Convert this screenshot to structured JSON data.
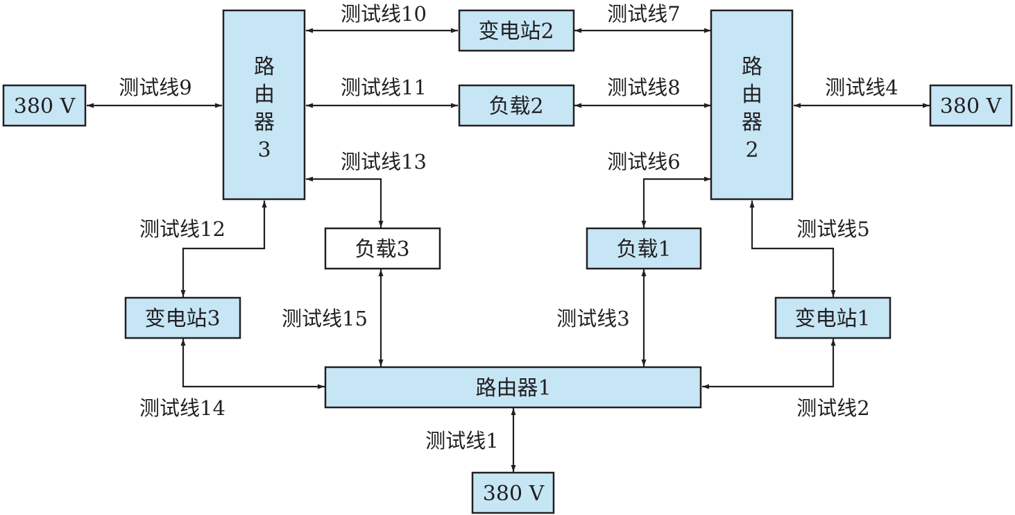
{
  "diagram": {
    "colors": {
      "node_fill": "#c6e6f6",
      "node_fill_plain": "#ffffff",
      "stroke": "#231f20"
    },
    "nodes": {
      "router1": {
        "label": "路由器1"
      },
      "router2": {
        "label_lines": [
          "路",
          "由",
          "器",
          "2"
        ]
      },
      "router3": {
        "label_lines": [
          "路",
          "由",
          "器",
          "3"
        ]
      },
      "substation1": {
        "label": "变电站1"
      },
      "substation2": {
        "label": "变电站2"
      },
      "substation3": {
        "label": "变电站3"
      },
      "load1": {
        "label": "负载1"
      },
      "load2": {
        "label": "负载2"
      },
      "load3": {
        "label": "负载3"
      },
      "supply_left": {
        "label": "380 V"
      },
      "supply_right": {
        "label": "380 V"
      },
      "supply_bottom": {
        "label": "380 V"
      }
    },
    "test_lines": [
      {
        "label": "测试线1",
        "from": "路由器1",
        "to": "380 V"
      },
      {
        "label": "测试线2",
        "from": "路由器1",
        "to": "变电站1"
      },
      {
        "label": "测试线3",
        "from": "路由器1",
        "to": "负载1"
      },
      {
        "label": "测试线4",
        "from": "路由器2",
        "to": "380 V"
      },
      {
        "label": "测试线5",
        "from": "路由器2",
        "to": "变电站1"
      },
      {
        "label": "测试线6",
        "from": "路由器2",
        "to": "负载1"
      },
      {
        "label": "测试线7",
        "from": "路由器2",
        "to": "变电站2"
      },
      {
        "label": "测试线8",
        "from": "路由器2",
        "to": "负载2"
      },
      {
        "label": "测试线9",
        "from": "路由器3",
        "to": "380 V"
      },
      {
        "label": "测试线10",
        "from": "路由器3",
        "to": "变电站2"
      },
      {
        "label": "测试线11",
        "from": "路由器3",
        "to": "负载2"
      },
      {
        "label": "测试线12",
        "from": "路由器3",
        "to": "变电站3"
      },
      {
        "label": "测试线13",
        "from": "路由器3",
        "to": "负载3"
      },
      {
        "label": "测试线14",
        "from": "路由器1",
        "to": "变电站3"
      },
      {
        "label": "测试线15",
        "from": "路由器1",
        "to": "负载3"
      }
    ]
  }
}
